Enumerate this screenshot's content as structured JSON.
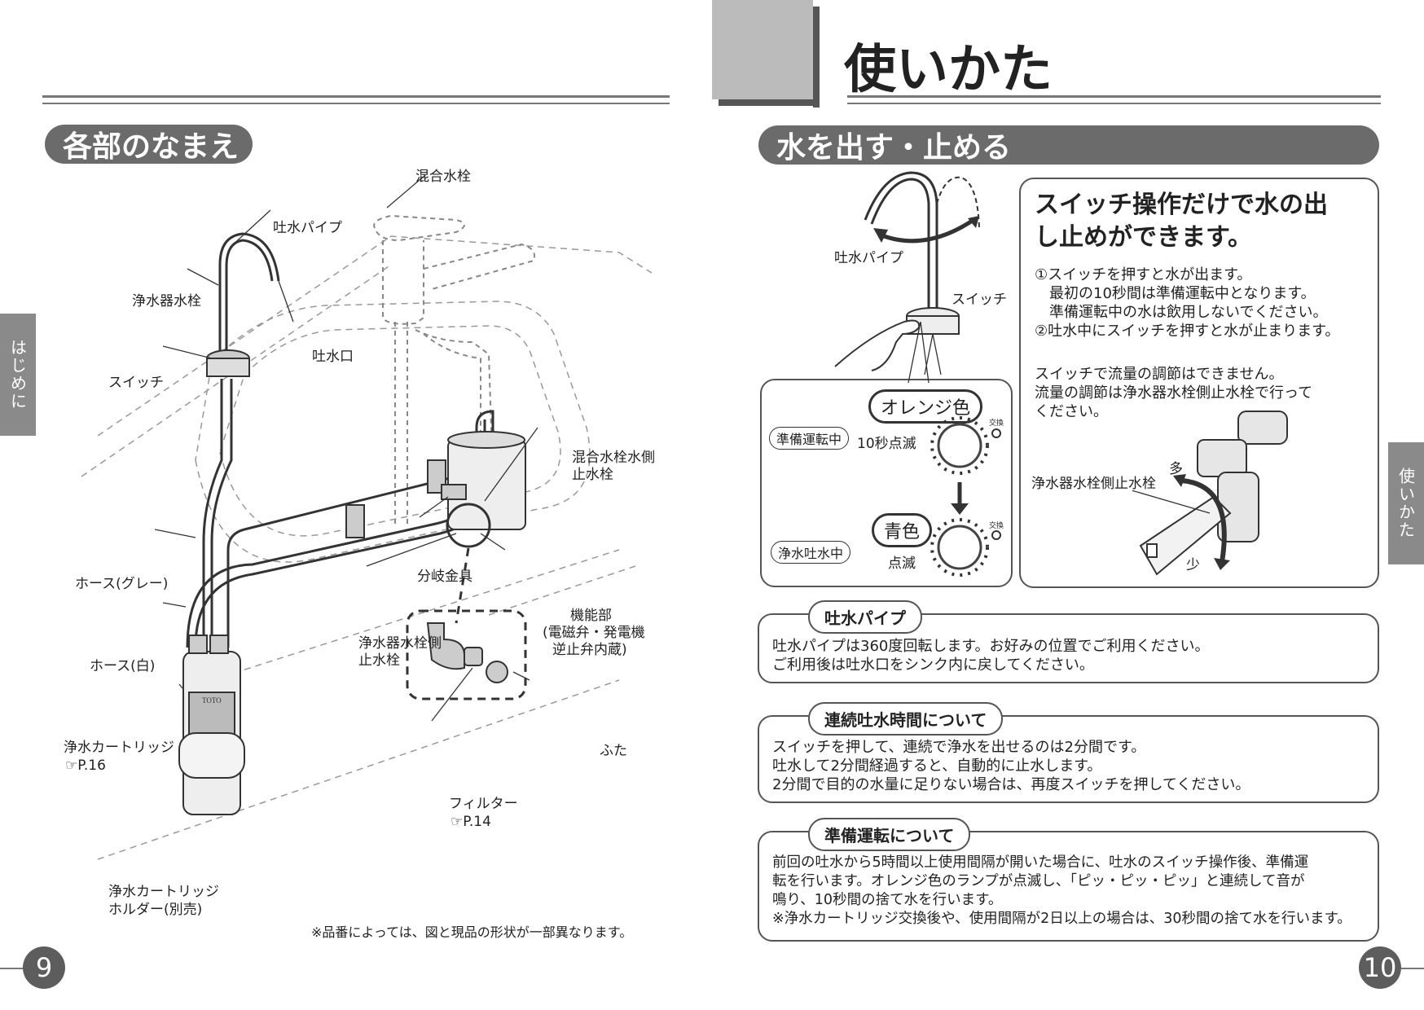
{
  "left": {
    "section_title": "各部のなまえ",
    "side_tab": "はじめに",
    "page_number": "9",
    "footnote": "※品番によっては、図と現品の形状が一部異なります。",
    "labels": {
      "mixing_faucet": "混合水栓",
      "spout_pipe": "吐水パイプ",
      "purifier_faucet": "浄水器水栓",
      "spout_outlet": "吐水口",
      "switch": "スイッチ",
      "mixing_valve_1": "混合水栓水側",
      "mixing_valve_2": "止水栓",
      "branch_fitting": "分岐金具",
      "hose_gray": "ホース(グレー)",
      "function_unit_1": "機能部",
      "function_unit_2": "(電磁弁・発電機",
      "function_unit_3": "逆止弁内蔵)",
      "purifier_valve_1": "浄水器水栓側",
      "purifier_valve_2": "止水栓",
      "hose_white": "ホース(白)",
      "cartridge": "浄水カートリッジ",
      "cartridge_ref": "P.16",
      "lid": "ふた",
      "filter": "フィルター",
      "filter_ref": "P.14",
      "holder_1": "浄水カートリッジ",
      "holder_2": "ホルダー(別売)",
      "brand": "TOTO"
    }
  },
  "right": {
    "page_title": "使いかた",
    "section_title": "水を出す・止める",
    "side_tab": "使いかた",
    "page_number": "10",
    "diagram": {
      "spout_pipe": "吐水パイプ",
      "switch": "スイッチ",
      "orange": "オレンジ色",
      "blue": "青色",
      "preparing": "準備運転中",
      "blink_10s": "10秒点滅",
      "dispensing": "浄水吐水中",
      "blink": "点滅",
      "replace_1": "交換",
      "replace_2": "交換"
    },
    "headline_1": "スイッチ操作だけで水の出",
    "headline_2": "し止めができます。",
    "steps": [
      "①スイッチを押すと水が出ます。",
      "　最初の10秒間は準備運転中となります。",
      "　準備運転中の水は飲用しないでください。",
      "②吐水中にスイッチを押すと水が止まります。"
    ],
    "flow_note": [
      "スイッチで流量の調節はできません。",
      "流量の調節は浄水器水栓側止水栓で行って",
      "ください。"
    ],
    "valve_label": "浄水器水栓側止水栓",
    "more": "多",
    "less": "少",
    "sections": [
      {
        "title": "吐水パイプ",
        "lines": [
          "吐水パイプは360度回転します。お好みの位置でご利用ください。",
          "ご利用後は吐水口をシンク内に戻してください。"
        ]
      },
      {
        "title": "連続吐水時間について",
        "lines": [
          "スイッチを押して、連続で浄水を出せるのは2分間です。",
          "吐水して2分間経過すると、自動的に止水します。",
          "2分間で目的の水量に足りない場合は、再度スイッチを押してください。"
        ]
      },
      {
        "title": "準備運転について",
        "lines": [
          "前回の吐水から5時間以上使用間隔が開いた場合に、吐水のスイッチ操作後、準備運",
          "転を行います。オレンジ色のランプが点滅し、「ピッ・ピッ・ピッ」と連続して音が",
          "鳴り、10秒間の捨て水を行います。",
          "※浄水カートリッジ交換後や、使用間隔が2日以上の場合は、30秒間の捨て水を行います。"
        ]
      }
    ]
  }
}
